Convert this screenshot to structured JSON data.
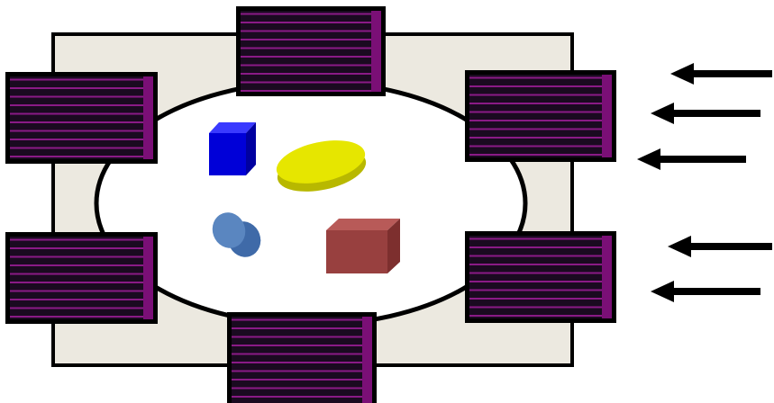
{
  "colors": {
    "background": "#ffffff",
    "frame_fill": "#ece9e0",
    "frame_stroke": "#000000",
    "ellipse_fill": "#ffffff",
    "panel_fill": "#1a0a20",
    "panel_line": "#8a1a86",
    "panel_side": "#7a0f76",
    "panel_border": "#000000",
    "cube_front": "#0000d8",
    "cube_top": "#3a3aff",
    "cube_side": "#0000a0",
    "disc_top": "#e6e600",
    "disc_side": "#b8b800",
    "cylinder_face": "#5a86c0",
    "cylinder_body": "#3f6aa8",
    "box_front": "#98403f",
    "box_top": "#b85a58",
    "box_side": "#7d2f2e",
    "arrow": "#000000"
  },
  "diagram": {
    "panel_count": 6,
    "object_count": 4,
    "objects": [
      "blue-cube",
      "yellow-disc",
      "blue-cylinder",
      "red-box"
    ],
    "arrow_count": 5,
    "arrow_direction": "left"
  }
}
